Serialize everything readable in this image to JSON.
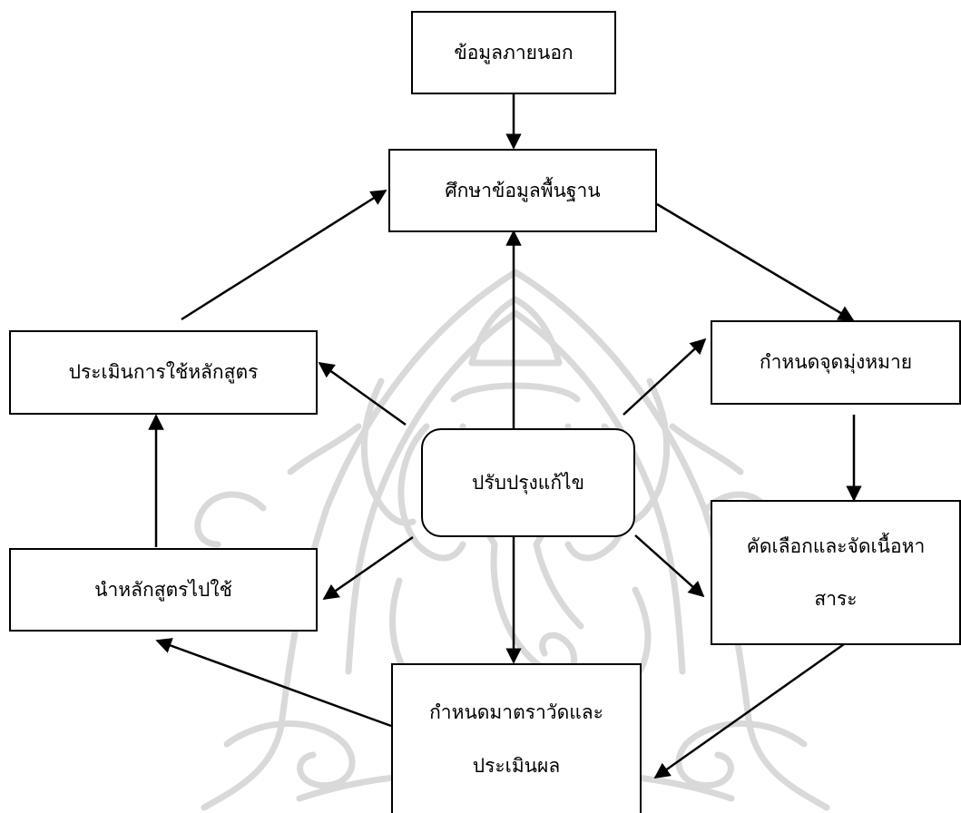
{
  "diagram": {
    "nodes": {
      "external_data": {
        "lines": [
          "ข้อมูลภายนอก"
        ]
      },
      "basic_study": {
        "lines": [
          "ศึกษาข้อมูลพื้นฐาน"
        ]
      },
      "set_goals": {
        "lines": [
          "กำหนดจุดมุ่งหมาย"
        ]
      },
      "select_content": {
        "lines": [
          "คัดเลือกและจัดเนื้อหา",
          "สาระ"
        ]
      },
      "set_measurement": {
        "lines": [
          "กำหนดมาตราวัดและ",
          "ประเมินผล"
        ]
      },
      "implement": {
        "lines": [
          "นำหลักสูตรไปใช้"
        ]
      },
      "evaluate_use": {
        "lines": [
          "ประเมินการใช้หลักสูตร"
        ]
      },
      "improve": {
        "lines": [
          "ปรับปรุงแก้ไข"
        ]
      }
    },
    "edges": [
      {
        "from": "external_data",
        "to": "basic_study"
      },
      {
        "from": "basic_study",
        "to": "set_goals"
      },
      {
        "from": "set_goals",
        "to": "select_content"
      },
      {
        "from": "select_content",
        "to": "set_measurement"
      },
      {
        "from": "set_measurement",
        "to": "implement"
      },
      {
        "from": "implement",
        "to": "evaluate_use"
      },
      {
        "from": "evaluate_use",
        "to": "basic_study"
      },
      {
        "from": "improve",
        "to": "basic_study"
      },
      {
        "from": "improve",
        "to": "set_goals"
      },
      {
        "from": "improve",
        "to": "select_content"
      },
      {
        "from": "improve",
        "to": "set_measurement"
      },
      {
        "from": "improve",
        "to": "implement"
      },
      {
        "from": "improve",
        "to": "evaluate_use"
      }
    ],
    "watermark": {
      "description": "Ganesha emblem line drawing",
      "color": "#dcdcdc"
    },
    "colors": {
      "stroke": "#000000",
      "background": "#ffffff"
    }
  }
}
